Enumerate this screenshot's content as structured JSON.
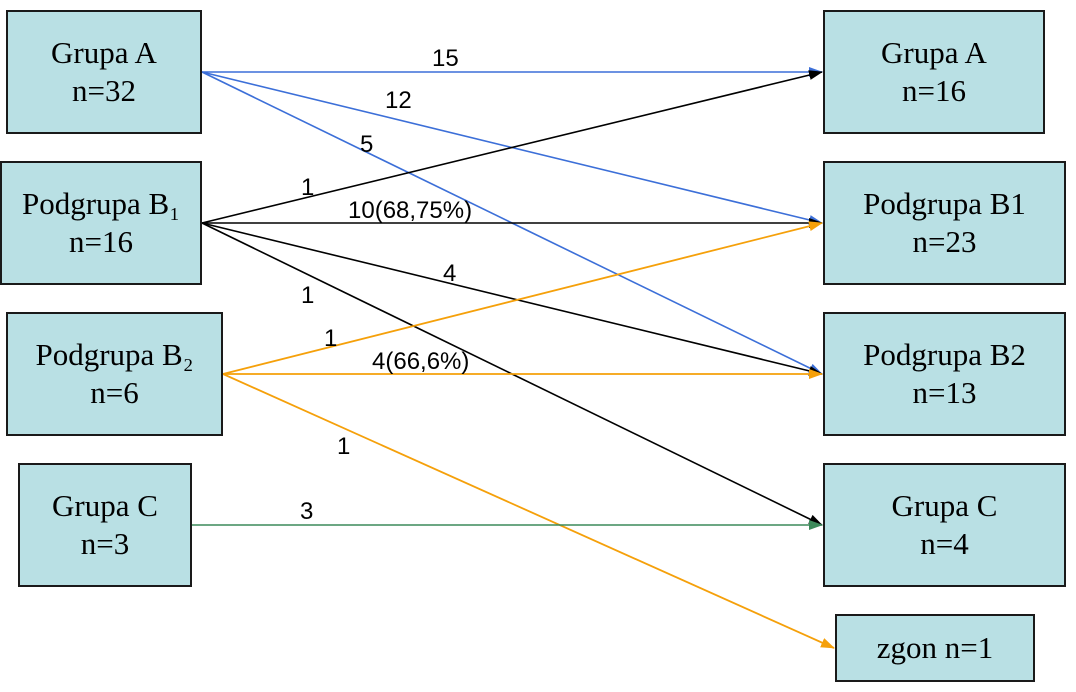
{
  "colors": {
    "box_fill": "#b9e0e4",
    "blue": "#3c6fd8",
    "black": "#000000",
    "orange": "#f5a00a",
    "green": "#3c8a5a"
  },
  "left_boxes": [
    {
      "line1": "Grupa A",
      "line2": "n=32"
    },
    {
      "line1": "Podgrupa B₁",
      "line2": "n=16"
    },
    {
      "line1": "Podgrupa B₂",
      "line2": "n=6"
    },
    {
      "line1": "Grupa C",
      "line2": "n=3"
    }
  ],
  "right_boxes": [
    {
      "line1": "Grupa A",
      "line2": "n=16"
    },
    {
      "line1": "Podgrupa B1",
      "line2": "n=23"
    },
    {
      "line1": "Podgrupa B2",
      "line2": "n=13"
    },
    {
      "line1": "Grupa C",
      "line2": "n=4"
    },
    {
      "line1": "zgon n=1"
    }
  ],
  "edges": [
    {
      "from": "Grupa A n=32",
      "to": "Grupa A n=16",
      "label": "15",
      "color": "blue"
    },
    {
      "from": "Grupa A n=32",
      "to": "Podgrupa B1 n=23",
      "label": "12",
      "color": "blue"
    },
    {
      "from": "Grupa A n=32",
      "to": "Podgrupa B2 n=13",
      "label": "5",
      "color": "blue"
    },
    {
      "from": "Podgrupa B₁ n=16",
      "to": "Grupa A n=16",
      "label": "1",
      "color": "black"
    },
    {
      "from": "Podgrupa B₁ n=16",
      "to": "Podgrupa B1 n=23",
      "label": "10(68,75%)",
      "color": "black"
    },
    {
      "from": "Podgrupa B₁ n=16",
      "to": "Podgrupa B2 n=13",
      "label": "4",
      "color": "black"
    },
    {
      "from": "Podgrupa B₁ n=16",
      "to": "Grupa C n=4",
      "label": "1",
      "color": "black"
    },
    {
      "from": "Podgrupa B₂ n=6",
      "to": "Podgrupa B1 n=23",
      "label": "1",
      "color": "orange"
    },
    {
      "from": "Podgrupa B₂ n=6",
      "to": "Podgrupa B2 n=13",
      "label": "4(66,6%)",
      "color": "orange"
    },
    {
      "from": "Podgrupa B₂ n=6",
      "to": "zgon n=1",
      "label": "1",
      "color": "orange"
    },
    {
      "from": "Grupa C n=3",
      "to": "Grupa C n=4",
      "label": "3",
      "color": "green"
    }
  ]
}
